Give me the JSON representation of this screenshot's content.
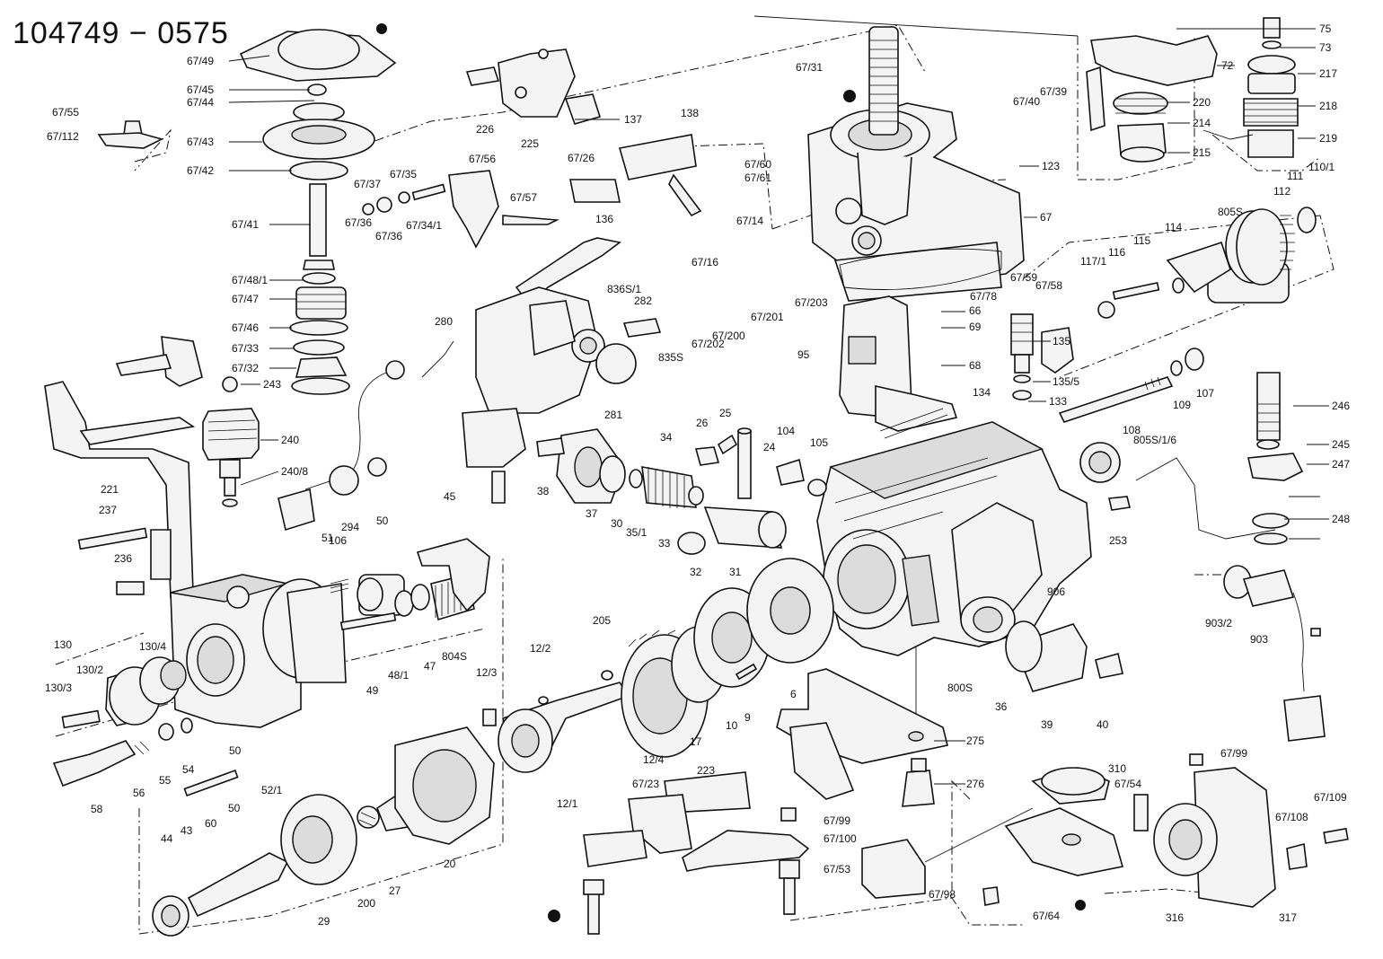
{
  "diagram": {
    "title": "104749 − 0575",
    "markers": [
      "filled-dot",
      "filled-dot",
      "filled-dot",
      "filled-dot"
    ],
    "labels": [
      "67/49",
      "67/45",
      "67/44",
      "67/55",
      "67/112",
      "67/43",
      "67/42",
      "67/41",
      "67/48/1",
      "67/47",
      "67/46",
      "67/33",
      "67/32",
      "243",
      "240",
      "240/8",
      "221",
      "237",
      "236",
      "226",
      "225",
      "67/26",
      "137",
      "138",
      "136",
      "67/56",
      "67/57",
      "67/37",
      "67/35",
      "67/36",
      "67/36",
      "67/34/1",
      "67/31",
      "67/40",
      "67/39",
      "123",
      "67/60",
      "67/61",
      "67/14",
      "67/16",
      "67",
      "67/59",
      "67/58",
      "67/78",
      "67/203",
      "67/201",
      "67/202",
      "67/200",
      "836S/1",
      "282",
      "835S",
      "280",
      "281",
      "95",
      "66",
      "69",
      "68",
      "135",
      "135/5",
      "134",
      "133",
      "75",
      "73",
      "72",
      "217",
      "220",
      "218",
      "214",
      "219",
      "215",
      "805S",
      "112",
      "111",
      "110/1",
      "114",
      "115",
      "116",
      "117/1",
      "108",
      "109",
      "107",
      "246",
      "245",
      "247",
      "248",
      "805S/1/6",
      "253",
      "906",
      "903/2",
      "903",
      "104",
      "105",
      "24",
      "25",
      "26",
      "34",
      "38",
      "37",
      "30",
      "35/1",
      "33",
      "32",
      "31",
      "294",
      "45",
      "50",
      "51",
      "106",
      "49",
      "48/1",
      "47",
      "804S",
      "130",
      "130/4",
      "130/2",
      "130/3",
      "58",
      "56",
      "55",
      "54",
      "50",
      "60",
      "52/1",
      "44",
      "43",
      "50",
      "29",
      "200",
      "27",
      "20",
      "12/1",
      "12/2",
      "12/3",
      "205",
      "12/4",
      "17",
      "10",
      "9",
      "6",
      "800S",
      "36",
      "39",
      "40",
      "275",
      "276",
      "223",
      "67/23",
      "67/99",
      "67/100",
      "67/53",
      "310",
      "67/54",
      "67/98",
      "67/64",
      "67/99",
      "67/108",
      "67/109",
      "316",
      "317"
    ]
  }
}
